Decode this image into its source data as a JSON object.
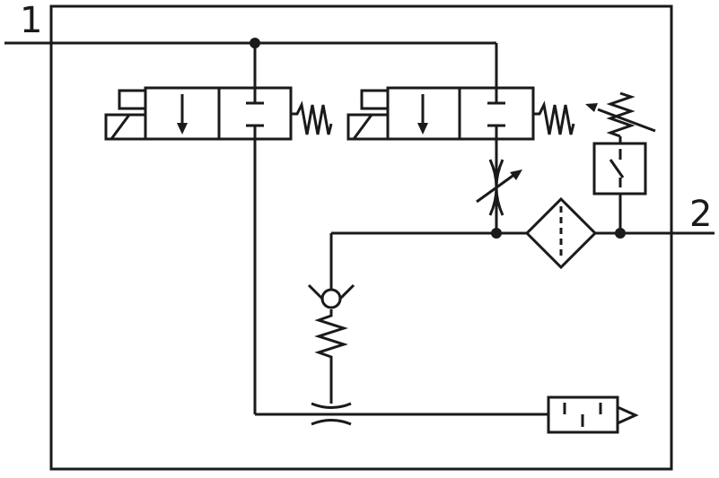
{
  "ports": {
    "inlet_label": "1",
    "outlet_label": "2"
  },
  "colors": {
    "stroke": "#1a1a1a",
    "background": "#ffffff"
  },
  "components": {
    "valve_left": "solenoid-valve-3-2-spring-return",
    "valve_right": "solenoid-valve-3-2-spring-return",
    "adjustable_throttle": "variable-flow-restrictor",
    "filter": "filter",
    "pressure_switch": "adjustable-pressure-switch",
    "check_valve": "spring-loaded-check-valve",
    "fixed_throttle": "fixed-restrictor",
    "silencer": "exhaust-silencer"
  }
}
